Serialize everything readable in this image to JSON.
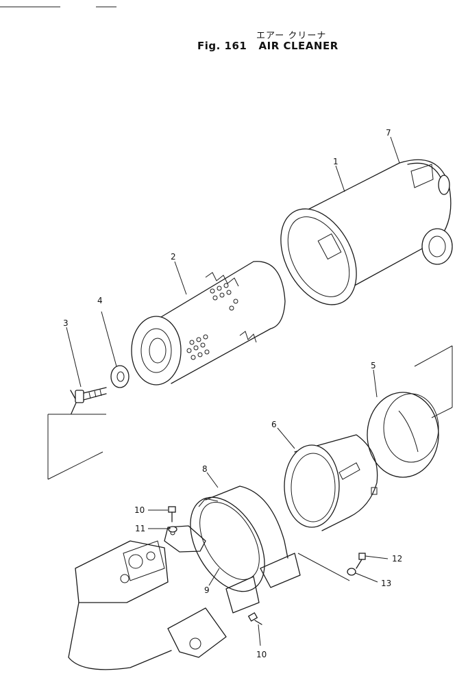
{
  "header": {
    "title_jp": "エアー クリーナ",
    "title_en": "Fig. 161   AIR CLEANER"
  },
  "callouts": [
    {
      "id": "c1",
      "number": "1"
    },
    {
      "id": "c2",
      "number": "2"
    },
    {
      "id": "c3",
      "number": "3"
    },
    {
      "id": "c4",
      "number": "4"
    },
    {
      "id": "c5",
      "number": "5"
    },
    {
      "id": "c6",
      "number": "6"
    },
    {
      "id": "c7",
      "number": "7"
    },
    {
      "id": "c8",
      "number": "8"
    },
    {
      "id": "c9",
      "number": "9"
    },
    {
      "id": "c10a",
      "number": "10"
    },
    {
      "id": "c10b",
      "number": "10"
    },
    {
      "id": "c11",
      "number": "11"
    },
    {
      "id": "c12",
      "number": "12"
    },
    {
      "id": "c13",
      "number": "13"
    }
  ]
}
